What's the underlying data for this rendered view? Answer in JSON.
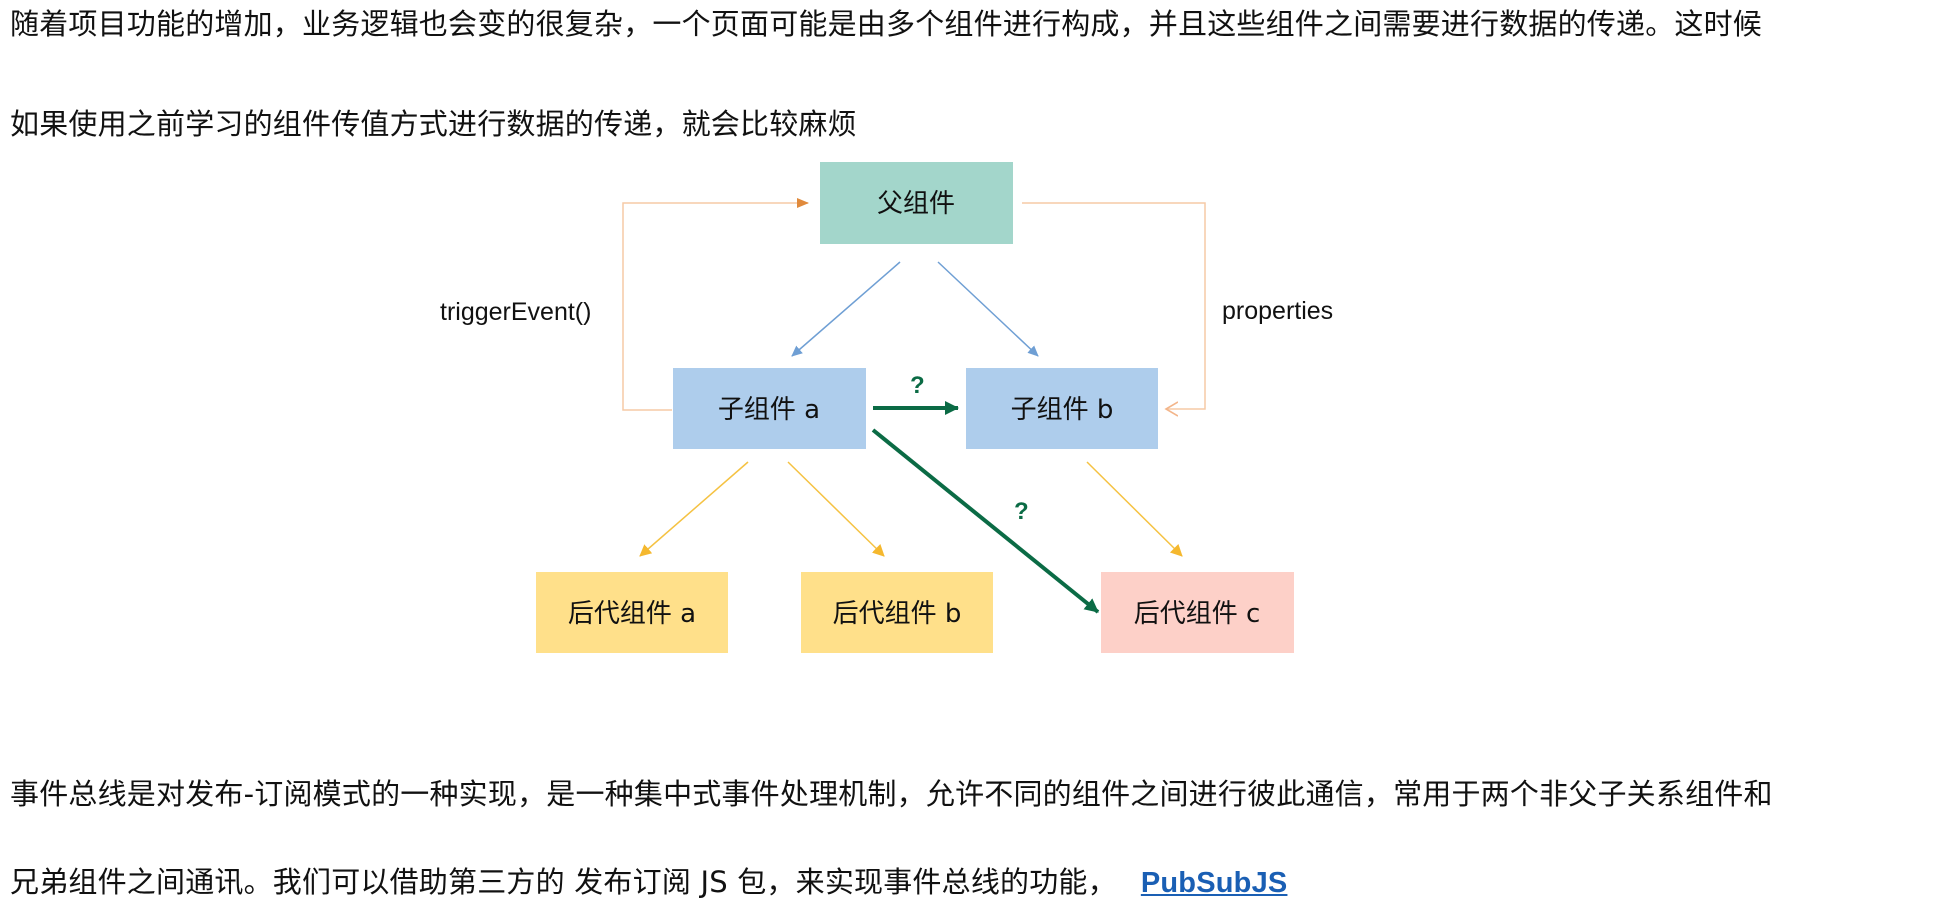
{
  "paragraph1": {
    "line1": "随着项目功能的增加，业务逻辑也会变的很复杂，一个页面可能是由多个组件进行构成，并且这些组件之间需要进行数据的传递。这时候",
    "line2": "如果使用之前学习的组件传值方式进行数据的传递，就会比较麻烦"
  },
  "diagram": {
    "nodes": {
      "parent": "父组件",
      "child_a": "子组件 a",
      "child_b": "子组件 b",
      "desc_a": "后代组件 a",
      "desc_b": "后代组件 b",
      "desc_c": "后代组件 c"
    },
    "edge_labels": {
      "trigger": "triggerEvent()",
      "properties": "properties",
      "question_ab": "?",
      "question_ac": "?"
    },
    "colors": {
      "parent_fill": "#a3d6cb",
      "child_fill": "#aecdec",
      "desc_fill": "#ffe08a",
      "desc_c_fill": "#fdd0c8",
      "feedback_line": "#f6caa6",
      "feedback_arrow": "#e08a3c",
      "blue_line": "#6f9fd4",
      "yellow_line": "#f5c242",
      "green_line": "#0b6b45"
    }
  },
  "paragraph2": {
    "line1": "事件总线是对发布-订阅模式的一种实现，是一种集中式事件处理机制，允许不同的组件之间进行彼此通信，常用于两个非父子关系组件和",
    "line2": "兄弟组件之间通讯。我们可以借助第三方的 发布订阅 JS 包，来实现事件总线的功能，",
    "link": "PubSubJS"
  }
}
